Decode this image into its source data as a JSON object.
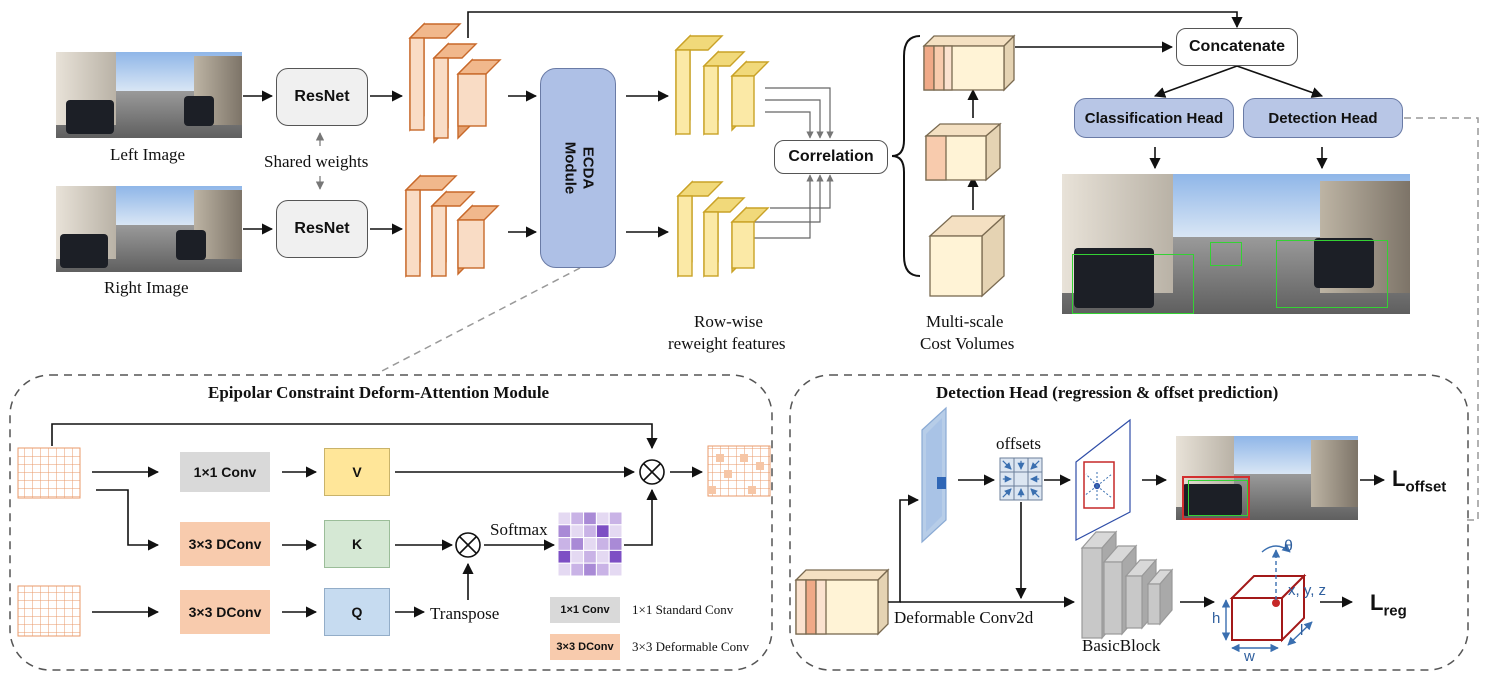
{
  "inputs": {
    "left_image_label": "Left Image",
    "right_image_label": "Right Image",
    "shared_weights_label": "Shared weights"
  },
  "backbone": {
    "resnet_top": "ResNet",
    "resnet_bottom": "ResNet"
  },
  "ecda": {
    "label_line1": "ECDA",
    "label_line2": "Module"
  },
  "features": {
    "rowwise_line1": "Row-wise",
    "rowwise_line2": "reweight features"
  },
  "correlation": "Correlation",
  "cost_volumes": {
    "line1": "Multi-scale",
    "line2": "Cost Volumes"
  },
  "concatenate": "Concatenate",
  "heads": {
    "classification": "Classification Head",
    "detection": "Detection Head"
  },
  "ecda_panel": {
    "title": "Epipolar Constraint Deform-Attention Module",
    "conv1x1": "1×1 Conv",
    "dconv_k": "3×3 DConv",
    "dconv_q": "3×3 DConv",
    "v": "V",
    "k": "K",
    "q": "Q",
    "softmax": "Softmax",
    "transpose": "Transpose",
    "legend": [
      {
        "box": "1×1 Conv",
        "text": "1×1 Standard Conv"
      },
      {
        "box": "3×3 DConv",
        "text": "3×3 Deformable Conv"
      }
    ]
  },
  "det_panel": {
    "title": "Detection Head (regression & offset prediction)",
    "offsets": "offsets",
    "deformable_conv": "Deformable Conv2d",
    "basicblock": "BasicBlock",
    "l_offset_main": "L",
    "l_offset_sub": "offset",
    "l_reg_main": "L",
    "l_reg_sub": "reg",
    "theta": "θ",
    "xyz": "x, y, z",
    "h": "h",
    "w": "w",
    "l": "l"
  },
  "colors": {
    "orange_face": "#f9dcc5",
    "orange_edge": "#c8692a",
    "yellow_face": "#fbe9a6",
    "yellow_edge": "#c9a227",
    "head_blue": "#b8c6e6",
    "ecda_blue": "#aec0e6",
    "v_yellow": "#ffe699",
    "k_green": "#d5e8d4",
    "q_blue": "#c6dbf0",
    "conv_gray": "#d9d9d9",
    "dconv_orange": "#f8cbad"
  }
}
